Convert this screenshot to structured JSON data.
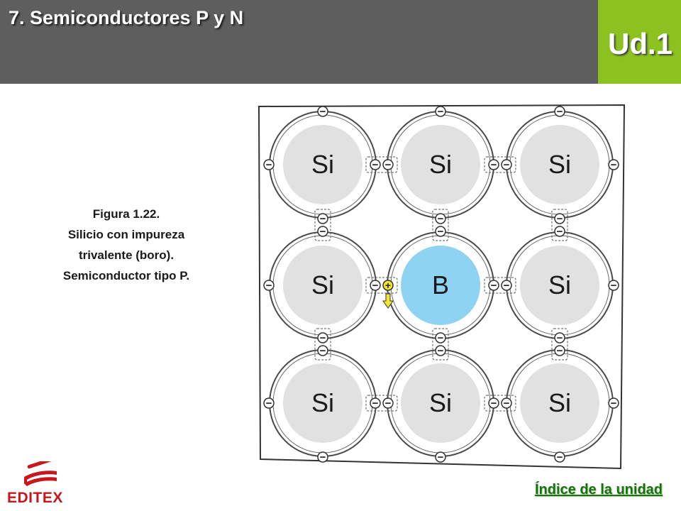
{
  "header": {
    "title": "7. Semiconductores P y N",
    "unit": "Ud.1"
  },
  "caption": {
    "lines": [
      "Figura 1.22.",
      "Silicio con impureza",
      "trivalente (boro).",
      "Semiconductor tipo P."
    ]
  },
  "lattice": {
    "atoms": [
      [
        "Si",
        "Si",
        "Si"
      ],
      [
        "Si",
        "B",
        "Si"
      ],
      [
        "Si",
        "Si",
        "Si"
      ]
    ],
    "silicon_color": "#e1e1e1",
    "boron_color": "#8fd3f2",
    "hole_marker_color": "#f3e633",
    "electron_symbol": "−",
    "hole_symbol": "+"
  },
  "footer": {
    "logo_text": "EDITEX",
    "logo_color": "#c8161d",
    "index_link": "Índice de la unidad",
    "link_color": "#1b6e12"
  },
  "colors": {
    "header_bg": "#5e5e5e",
    "unit_bg": "#8cc21f"
  }
}
